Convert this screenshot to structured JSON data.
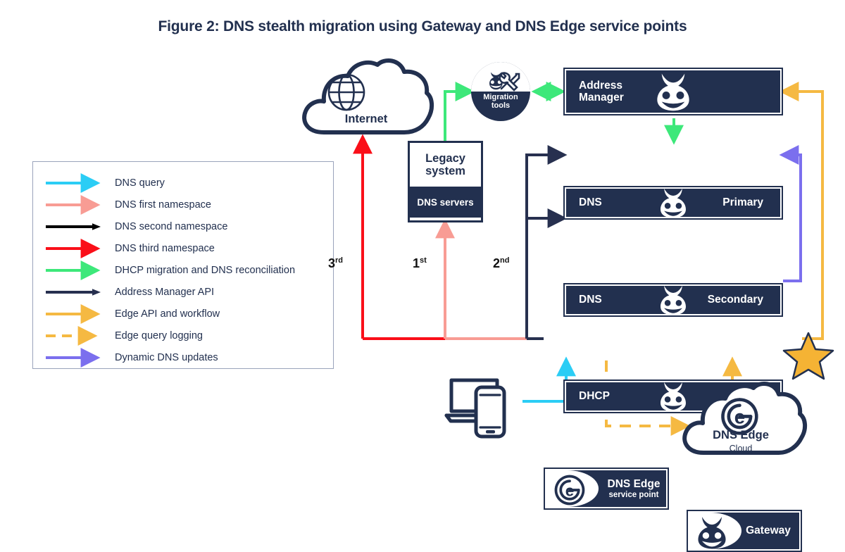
{
  "title": "Figure 2: DNS stealth migration using Gateway and DNS Edge service points",
  "colors": {
    "navy": "#22304F",
    "cyan": "#2BCDF5",
    "pink": "#F89C94",
    "black": "#000000",
    "red": "#FA0F19",
    "green": "#3DE87A",
    "dark_navy": "#27304F",
    "orange": "#F5B942",
    "purple": "#7B6FEE",
    "star": "#F5B334",
    "legend_border": "#9aa3bb"
  },
  "legend": {
    "items": [
      {
        "label": "DNS query",
        "color": "#2BCDF5",
        "style": "solid"
      },
      {
        "label": "DNS first namespace",
        "color": "#F89C94",
        "style": "solid"
      },
      {
        "label": "DNS second namespace",
        "color": "#000000",
        "style": "solid"
      },
      {
        "label": "DNS third namespace",
        "color": "#FA0F19",
        "style": "solid"
      },
      {
        "label": "DHCP migration and DNS reconciliation",
        "color": "#3DE87A",
        "style": "solid"
      },
      {
        "label": "Address Manager API",
        "color": "#27304F",
        "style": "solid"
      },
      {
        "label": "Edge API and workflow",
        "color": "#F5B942",
        "style": "solid"
      },
      {
        "label": "Edge query logging",
        "color": "#F5B942",
        "style": "dashed"
      },
      {
        "label": "Dynamic DNS updates",
        "color": "#7B6FEE",
        "style": "solid"
      }
    ]
  },
  "nodes": {
    "internet": {
      "label": "Internet",
      "icon": "globe-icon"
    },
    "migration_tools": {
      "line1": "Migration",
      "line2": "tools",
      "icon": "bluecat-tools-icon"
    },
    "address_manager": {
      "line1": "Address",
      "line2": "Manager",
      "icon": "bluecat-logo-icon"
    },
    "legacy_system": {
      "line1": "Legacy",
      "line2": "system",
      "footer": "DNS servers"
    },
    "dns_primary": {
      "left": "DNS",
      "right": "Primary",
      "icon": "bluecat-logo-icon"
    },
    "dns_secondary": {
      "left": "DNS",
      "right": "Secondary",
      "icon": "bluecat-logo-icon"
    },
    "dhcp": {
      "left": "DHCP",
      "right": "",
      "icon": "bluecat-logo-icon"
    },
    "dns_edge_service_point": {
      "line1": "DNS Edge",
      "line2": "service point",
      "icon": "edge-e-icon"
    },
    "gateway": {
      "label": "Gateway",
      "icon": "bluecat-logo-icon"
    },
    "dns_edge_cloud": {
      "line1": "DNS Edge",
      "line2": "Cloud",
      "icon": "edge-e-icon"
    },
    "client_devices": {
      "icon": "laptop-phone-icon"
    },
    "star": {
      "icon": "star-icon"
    }
  },
  "ordinals": [
    {
      "number": "3",
      "suffix": "rd"
    },
    {
      "number": "1",
      "suffix": "st"
    },
    {
      "number": "2",
      "suffix": "nd"
    }
  ]
}
